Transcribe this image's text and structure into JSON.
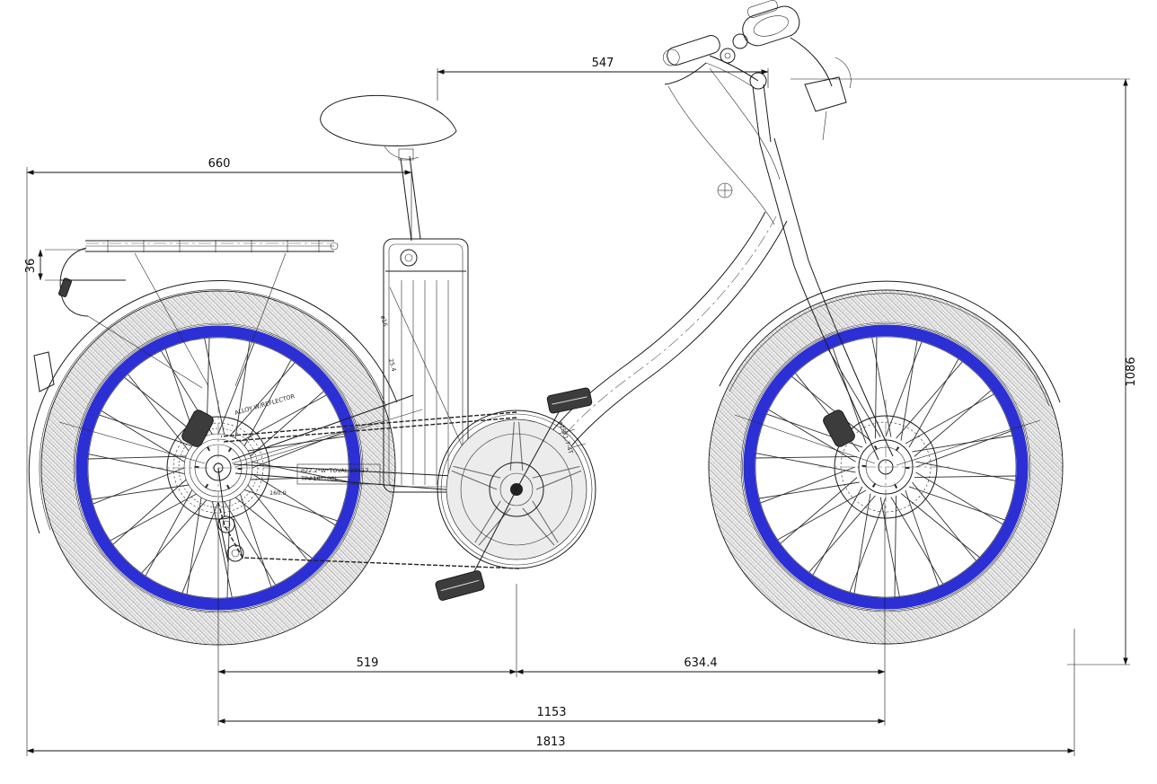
{
  "colors": {
    "rim_accent": "#2b2fd4",
    "line": "#1b1b1b",
    "background": "#ffffff"
  },
  "dims": {
    "d547": "547",
    "d660": "660",
    "d36": "36",
    "d1086": "1086",
    "d519": "519",
    "d634": "634.4",
    "d1153": "1153",
    "d1813": "1813"
  },
  "notes": {
    "rim": "ALLOY W/REFLECTOR",
    "axle1": "ø22.2*W*TOVAL 27X17",
    "axle2": "TP#16*160L",
    "axle3": "160.0",
    "tube": "ø25X1.7-4T",
    "post1": "ø16",
    "post2": "25.4"
  }
}
